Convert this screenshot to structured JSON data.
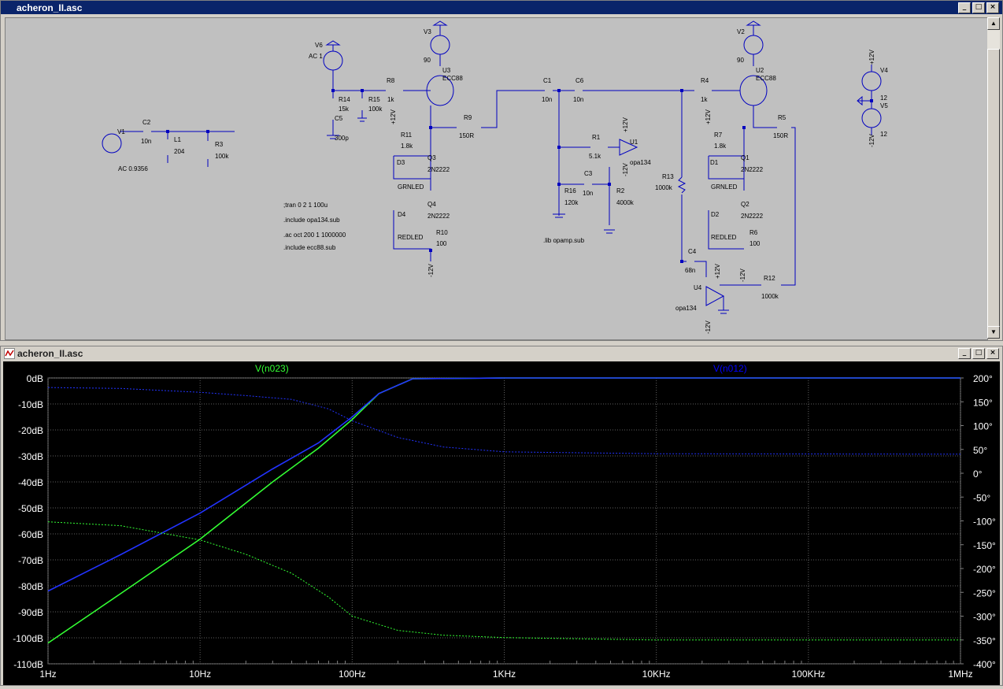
{
  "schematic_window": {
    "title": "acheron_II.asc"
  },
  "plot_window": {
    "title": "acheron_II.asc"
  },
  "schematic": {
    "labels": {
      "V6": "V6",
      "V6_val": "AC 1",
      "V3": "V3",
      "V3_val": "90",
      "V2": "V2",
      "V2_val": "90",
      "V4": "V4",
      "V4_val": "12",
      "V5": "V5",
      "V5_val": "12",
      "V1": "V1",
      "V1_val": "AC 0.9356",
      "U3": "U3",
      "U3_val": "ECC88",
      "U2": "U2",
      "U2_val": "ECC88",
      "U1": "U1",
      "U1_val": "opa134",
      "U4": "U4",
      "U4_val": "opa134",
      "R14": "R14",
      "R14_val": "15k",
      "R15": "R15",
      "R15_val": "100k",
      "R8": "R8",
      "R8_val": "1k",
      "R9": "R9",
      "R9_val": "150R",
      "R11": "R11",
      "R11_val": "1.8k",
      "R10": "R10",
      "R10_val": "100",
      "R1": "R1",
      "R1_val": "5.1k",
      "R2": "R2",
      "R2_val": "4000k",
      "R16": "R16",
      "R16_val": "120k",
      "R13": "R13",
      "R13_val": "1000k",
      "R4": "R4",
      "R4_val": "1k",
      "R7": "R7",
      "R7_val": "1.8k",
      "R5": "R5",
      "R5_val": "150R",
      "R6": "R6",
      "R6_val": "100",
      "R12": "R12",
      "R12_val": "1000k",
      "R3": "R3",
      "R3_val": "100k",
      "C5": "C5",
      "C5_val": "300p",
      "C1": "C1",
      "C1_val": "10n",
      "C6": "C6",
      "C6_val": "10n",
      "C3": "C3",
      "C3_val": "10n",
      "C4": "C4",
      "C4_val": "68n",
      "C2": "C2",
      "C2_val": "10n",
      "L1": "L1",
      "L1_val": "204",
      "Q3": "Q3",
      "Q3_val": "2N2222",
      "Q4": "Q4",
      "Q4_val": "2N2222",
      "Q1": "Q1",
      "Q1_val": "2N2222",
      "Q2": "Q2",
      "Q2_val": "2N2222",
      "D3": "D3",
      "D3_val": "GRNLED",
      "D4": "D4",
      "D4_val": "REDLED",
      "D1": "D1",
      "D1_val": "GRNLED",
      "D2": "D2",
      "D2_val": "REDLED",
      "p12": "+12V",
      "m12": "-12V"
    },
    "directives": {
      "tran": ";tran 0 2 1 100u",
      "inc_opa": ".include opa134.sub",
      "ac": ".ac oct 200 1 1000000",
      "inc_ecc": ".include ecc88.sub",
      "lib": ".lib opamp.sub"
    }
  },
  "plot": {
    "traces": [
      {
        "name": "V(n023)",
        "color": "#00ff00"
      },
      {
        "name": "V(n012)",
        "color": "#0000ff"
      }
    ],
    "y_left_ticks": [
      "0dB",
      "-10dB",
      "-20dB",
      "-30dB",
      "-40dB",
      "-50dB",
      "-60dB",
      "-70dB",
      "-80dB",
      "-90dB",
      "-100dB",
      "-110dB"
    ],
    "y_right_ticks": [
      "200°",
      "150°",
      "100°",
      "50°",
      "0°",
      "-50°",
      "-100°",
      "-150°",
      "-200°",
      "-250°",
      "-300°",
      "-350°",
      "-400°"
    ],
    "x_ticks": [
      "1Hz",
      "10Hz",
      "100Hz",
      "1KHz",
      "10KHz",
      "100KHz",
      "1MHz"
    ]
  },
  "chart_data": {
    "type": "line",
    "title": "",
    "xscale": "log",
    "xlim": [
      1,
      1000000
    ],
    "ylim_left": [
      -110,
      0
    ],
    "ylim_right": [
      -400,
      200
    ],
    "grid": true,
    "series": [
      {
        "name": "V(n023)",
        "kind": "magnitude_dB",
        "color": "#00ff00",
        "x": [
          1,
          3,
          10,
          30,
          60,
          100,
          150,
          250,
          1000,
          1000000
        ],
        "y": [
          -102,
          -83,
          -62,
          -40,
          -27,
          -16,
          -6,
          -0.3,
          0,
          0
        ]
      },
      {
        "name": "V(n012)",
        "kind": "magnitude_dB",
        "color": "#0000ff",
        "x": [
          1,
          3,
          10,
          30,
          60,
          100,
          150,
          250,
          1000,
          1000000
        ],
        "y": [
          -82,
          -68,
          -52,
          -35,
          -25,
          -15,
          -6,
          -0.3,
          0,
          0
        ]
      },
      {
        "name": "V(n023)",
        "kind": "phase_deg",
        "color": "#00ff00",
        "x": [
          1,
          3,
          10,
          20,
          40,
          70,
          100,
          200,
          400,
          1000,
          10000,
          1000000
        ],
        "y": [
          -102,
          -110,
          -140,
          -170,
          -210,
          -260,
          -300,
          -330,
          -340,
          -345,
          -350,
          -350
        ]
      },
      {
        "name": "V(n012)",
        "kind": "phase_deg",
        "color": "#0000ff",
        "x": [
          1,
          3,
          10,
          20,
          40,
          70,
          100,
          200,
          400,
          1000,
          10000,
          1000000
        ],
        "y": [
          180,
          178,
          170,
          163,
          155,
          135,
          110,
          75,
          55,
          45,
          41,
          40
        ]
      }
    ]
  }
}
